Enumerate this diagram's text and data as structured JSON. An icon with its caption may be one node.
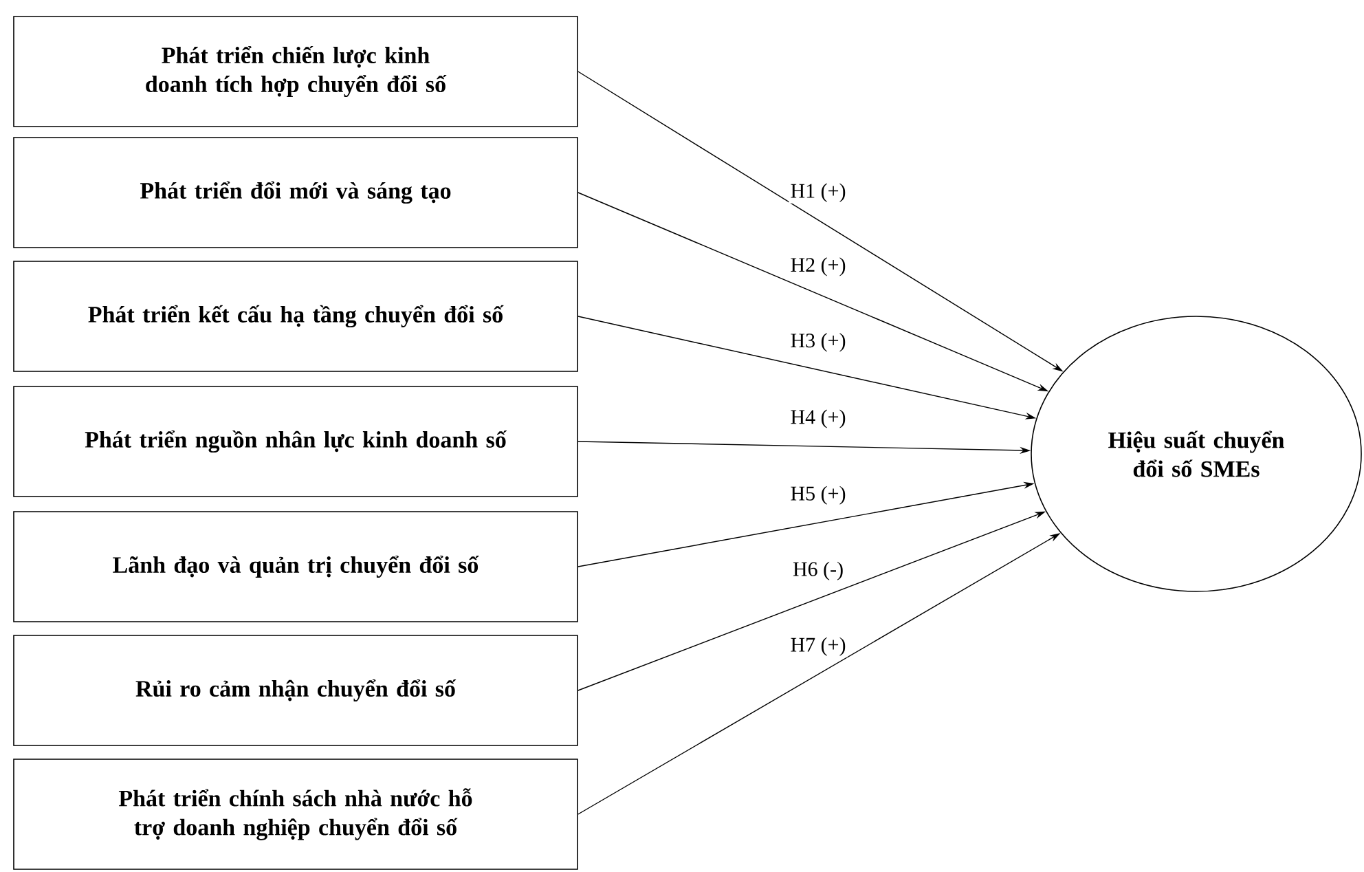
{
  "diagram": {
    "nodes": [
      {
        "text": [
          "Phát triển chiến lược kinh doanh tích hợp chuyển đổi số"
        ]
      },
      {
        "text": [
          "Phát triển đổi mới và sáng tạo"
        ]
      },
      {
        "text": [
          "Phát triển kết cấu hạ tầng chuyển đổi số"
        ]
      },
      {
        "text": [
          "Phát triển nguồn nhân lực kinh doanh số"
        ]
      },
      {
        "text": [
          "Lãnh đạo và quản trị chuyển đổi số"
        ]
      },
      {
        "text": [
          "Rủi ro cảm nhận chuyển đổi số"
        ]
      },
      {
        "text": [
          "Phát triển chính sách nhà nước hỗ trợ doanh nghiệp chuyển đổi số"
        ]
      },
      {
        "text": [
          "Hiệu suất chuyển đổi số SMEs"
        ]
      }
    ],
    "edges": [
      {
        "from": 0,
        "to": 7,
        "arrow": "to",
        "label": "H1 (+)"
      },
      {
        "from": 1,
        "to": 7,
        "arrow": "to",
        "label": "H2 (+)"
      },
      {
        "from": 2,
        "to": 7,
        "arrow": "to",
        "label": "H3 (+)"
      },
      {
        "from": 3,
        "to": 7,
        "arrow": "to",
        "label": "H4 (+)"
      },
      {
        "from": 4,
        "to": 7,
        "arrow": "to",
        "label": "H5 (+)"
      },
      {
        "from": 5,
        "to": 7,
        "arrow": "to",
        "label": "H6 (-)"
      },
      {
        "from": 6,
        "to": 7,
        "arrow": "to",
        "label": "H7 (+)"
      }
    ]
  }
}
